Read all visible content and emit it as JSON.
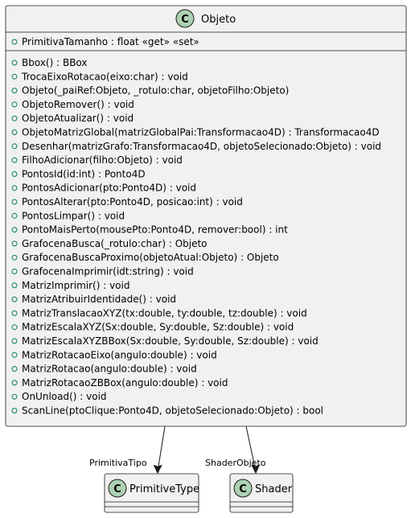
{
  "classes": {
    "objeto": {
      "name": "Objeto",
      "stereotype_letter": "C",
      "attributes": [
        "PrimitivaTamanho : float «get» «set»"
      ],
      "methods": [
        "Bbox() : BBox",
        "TrocaEixoRotacao(eixo:char) : void",
        "Objeto(_paiRef:Objeto, _rotulo:char, objetoFilho:Objeto)",
        "ObjetoRemover() : void",
        "ObjetoAtualizar() : void",
        "ObjetoMatrizGlobal(matrizGlobalPai:Transformacao4D) : Transformacao4D",
        "Desenhar(matrizGrafo:Transformacao4D, objetoSelecionado:Objeto) : void",
        "FilhoAdicionar(filho:Objeto) : void",
        "PontosId(id:int) : Ponto4D",
        "PontosAdicionar(pto:Ponto4D) : void",
        "PontosAlterar(pto:Ponto4D, posicao:int) : void",
        "PontosLimpar() : void",
        "PontoMaisPerto(mousePto:Ponto4D, remover:bool) : int",
        "GrafocenaBusca(_rotulo:char) : Objeto",
        "GrafocenaBuscaProximo(objetoAtual:Objeto) : Objeto",
        "GrafocenaImprimir(idt:string) : void",
        "MatrizImprimir() : void",
        "MatrizAtribuirIdentidade() : void",
        "MatrizTranslacaoXYZ(tx:double, ty:double, tz:double) : void",
        "MatrizEscalaXYZ(Sx:double, Sy:double, Sz:double) : void",
        "MatrizEscalaXYZBBox(Sx:double, Sy:double, Sz:double) : void",
        "MatrizRotacaoEixo(angulo:double) : void",
        "MatrizRotacao(angulo:double) : void",
        "MatrizRotacaoZBBox(angulo:double) : void",
        "OnUnload() : void",
        "ScanLine(ptoClique:Ponto4D, objetoSelecionado:Objeto) : bool"
      ]
    },
    "primitive_type": {
      "name": "PrimitiveType",
      "stereotype_letter": "C"
    },
    "shader": {
      "name": "Shader",
      "stereotype_letter": "C"
    }
  },
  "relations": [
    {
      "from": "Objeto",
      "to": "PrimitiveType",
      "label": "PrimitivaTipo"
    },
    {
      "from": "Objeto",
      "to": "Shader",
      "label": "ShaderObjeto"
    }
  ],
  "colors": {
    "class_fill": "#F1F1F1",
    "border": "#181818",
    "stereotype_circle": "#ADD1B2",
    "visibility_public": "#038048"
  }
}
